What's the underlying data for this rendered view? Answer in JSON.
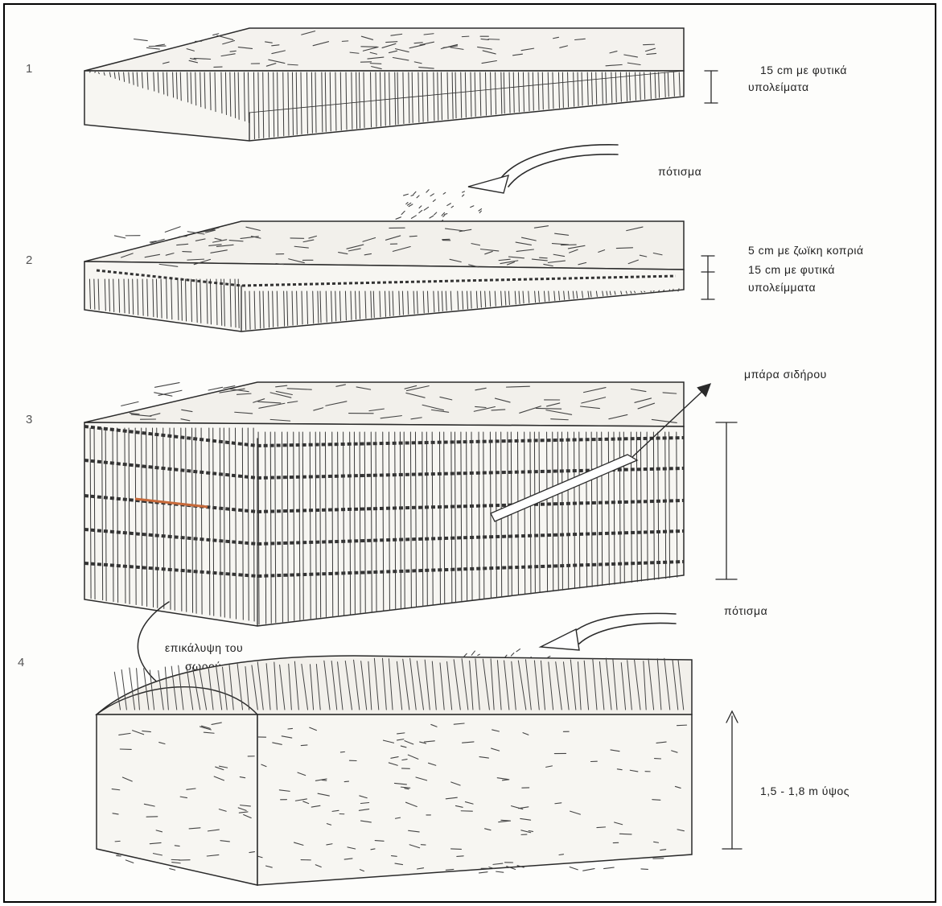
{
  "steps": [
    {
      "number": "1",
      "labels": [
        "15 cm με φυτικά",
        "υπολείματα"
      ]
    },
    {
      "number": "2",
      "labels": [
        "5 cm με ζωϊκη κοπριά",
        "15 cm με φυτικά",
        "υπολείμματα"
      ]
    },
    {
      "number": "3",
      "labels": [
        "μπάρα σιδήρου"
      ]
    },
    {
      "number": "4",
      "labels": [
        "1,5 - 1,8 m ύψος"
      ]
    }
  ],
  "watering_label_1": "πότισμα",
  "watering_label_2": "πότισμα",
  "cover_label": [
    "επικάλυψη του",
    "σωρού"
  ]
}
